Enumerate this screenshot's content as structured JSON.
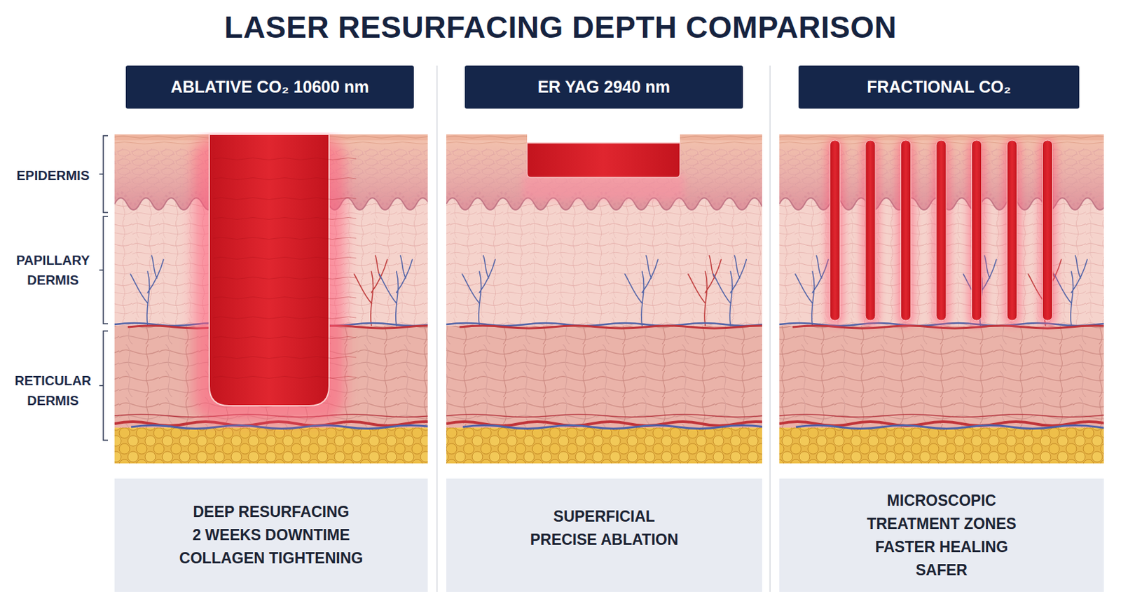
{
  "diagram": {
    "title": "LASER RESURFACING DEPTH COMPARISON",
    "nodes": [
      {
        "text": [
          "ABLATIVE CO₂ 10600 nm"
        ]
      },
      {
        "text": [
          "ER YAG 2940 nm"
        ]
      },
      {
        "text": [
          "FRACTIONAL CO₂"
        ]
      },
      {
        "text": [
          "DEEP RESURFACING",
          "2 WEEKS DOWNTIME",
          "COLLAGEN TIGHTENING"
        ]
      },
      {
        "text": [
          "SUPERFICIAL",
          "PRECISE ABLATION"
        ]
      },
      {
        "text": [
          "MICROSCOPIC TREATMENT ZONES",
          "FASTER HEALING",
          "SAFER"
        ]
      }
    ],
    "labels": [
      "EPIDERMIS",
      "PAPILLARY DERMIS",
      "RETICULAR DERMIS"
    ]
  }
}
